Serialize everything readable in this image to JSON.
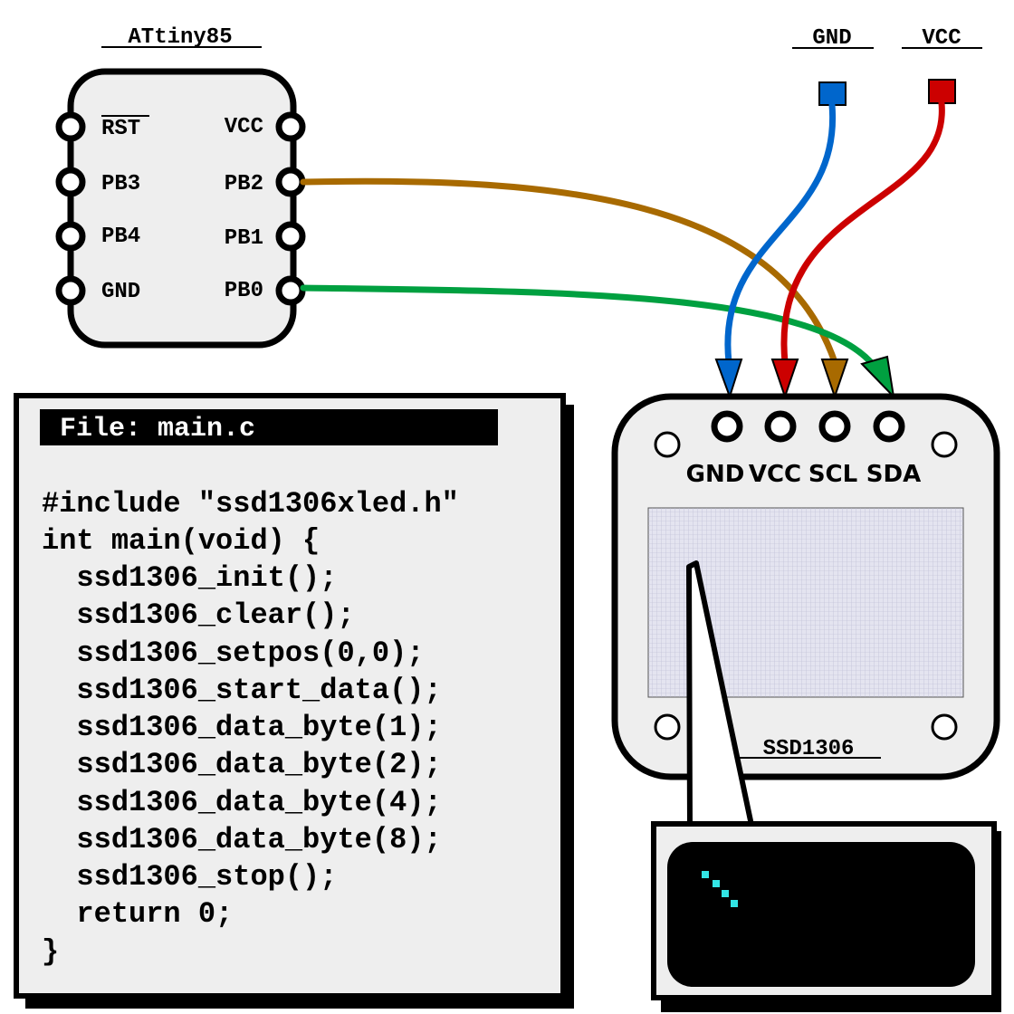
{
  "chip": {
    "title": "ATtiny85",
    "left_pins": [
      "RST",
      "PB3",
      "PB4",
      "GND"
    ],
    "right_pins": [
      "VCC",
      "PB2",
      "PB1",
      "PB0"
    ]
  },
  "power": {
    "gnd_label": "GND",
    "vcc_label": "VCC"
  },
  "colors": {
    "gnd_wire": "#0066cc",
    "vcc_wire": "#cc0000",
    "scl_wire": "#a86a00",
    "sda_wire": "#00a040",
    "code_bg": "#eeeeee",
    "screen_bg": "#e4e4f0",
    "pixels": "#33e5e5"
  },
  "code": {
    "filename": "File: main.c",
    "lines": [
      "#include \"ssd1306xled.h\"",
      "int main(void) {",
      "  ssd1306_init();",
      "  ssd1306_clear();",
      "  ssd1306_setpos(0,0);",
      "  ssd1306_start_data();",
      "  ssd1306_data_byte(1);",
      "  ssd1306_data_byte(2);",
      "  ssd1306_data_byte(4);",
      "  ssd1306_data_byte(8);",
      "  ssd1306_stop();",
      "  return 0;",
      "}"
    ]
  },
  "oled": {
    "pins": [
      "GND",
      "VCC",
      "SCL",
      "SDA"
    ],
    "label": "SSD1306"
  }
}
